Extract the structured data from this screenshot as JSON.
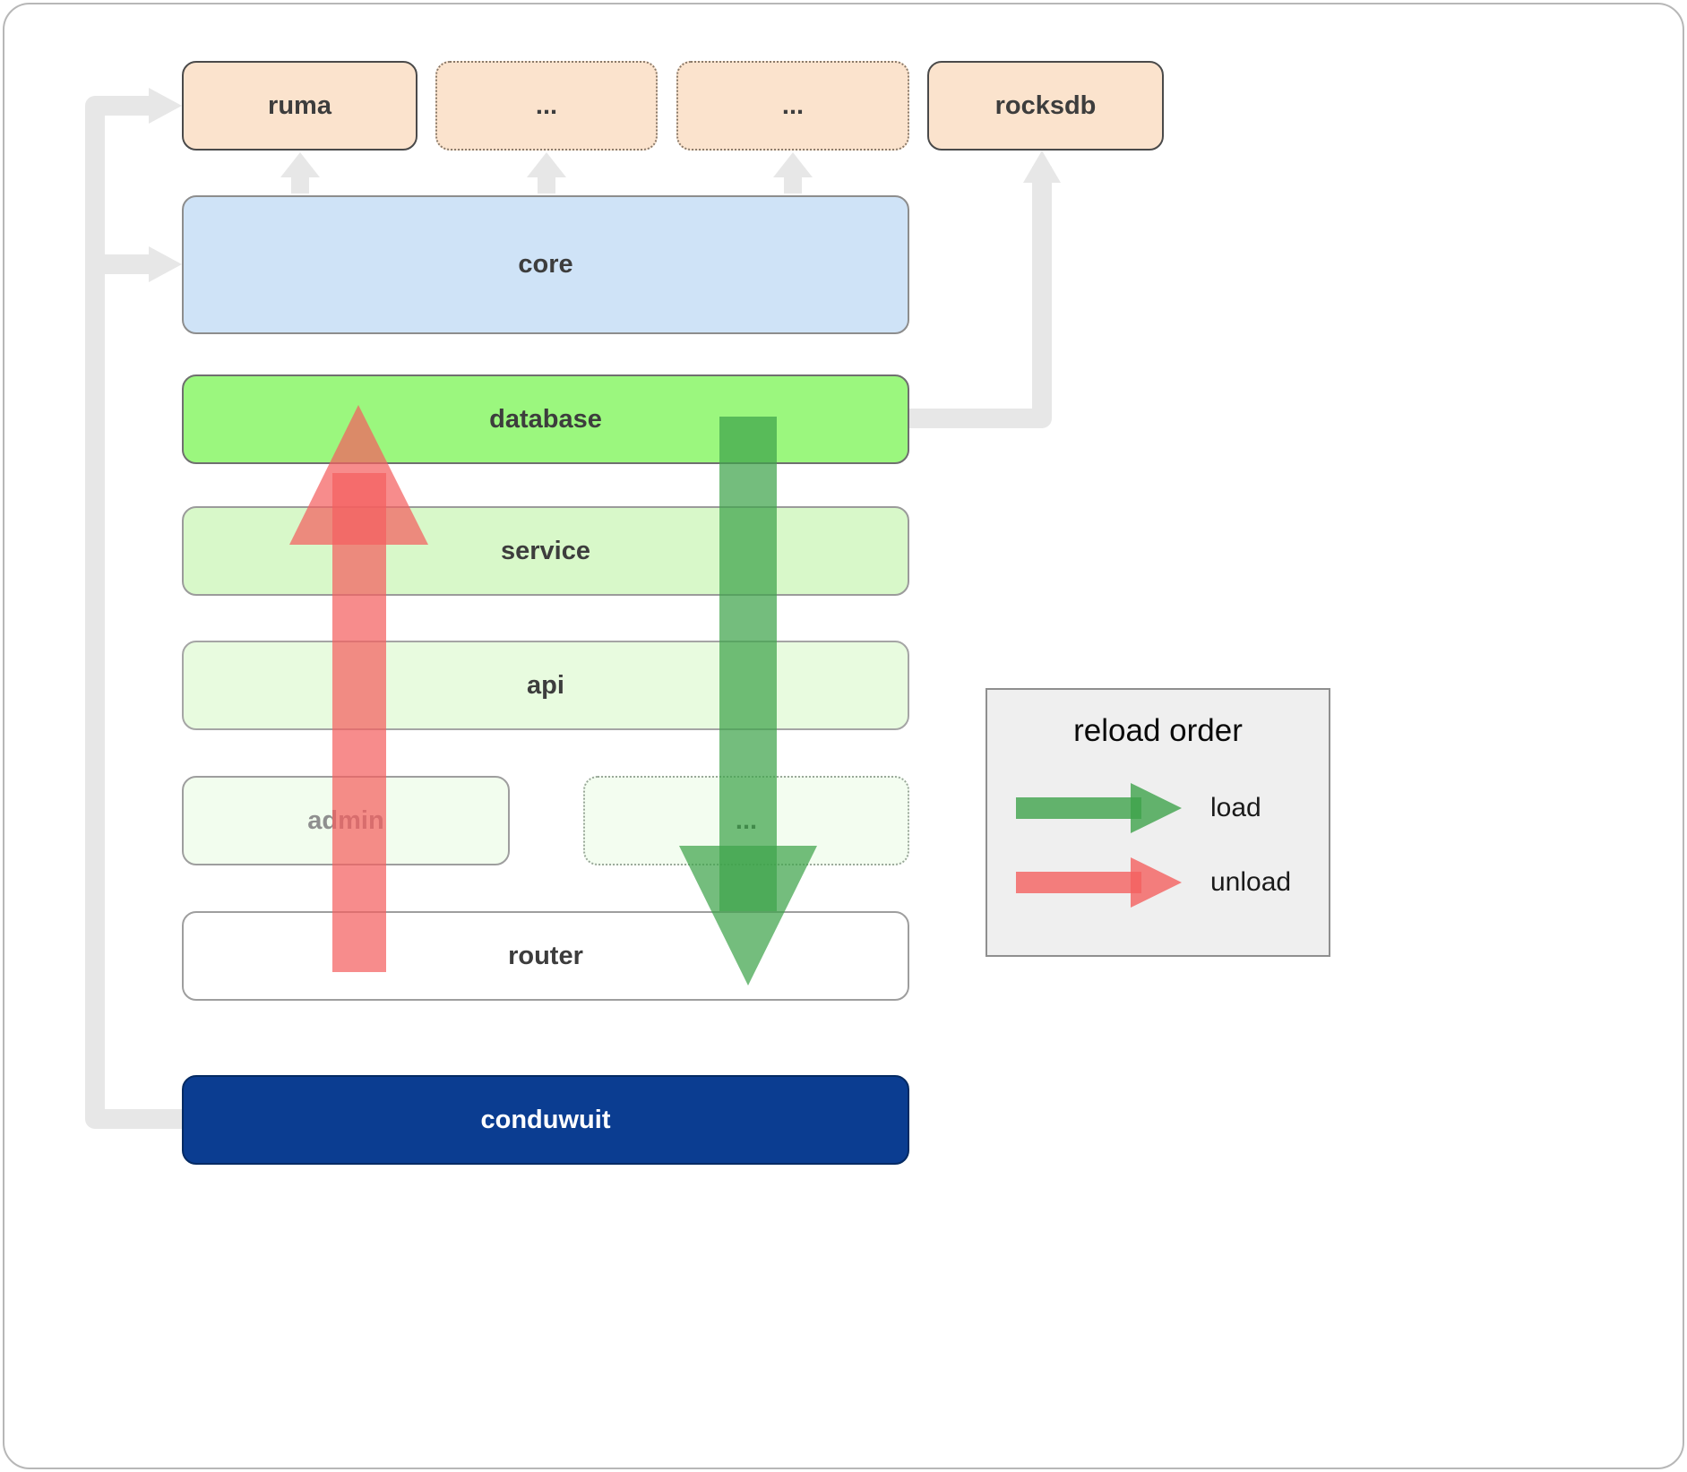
{
  "nodes": {
    "ruma": {
      "label": "ruma"
    },
    "dep_ellipsis_1": {
      "label": "..."
    },
    "dep_ellipsis_2": {
      "label": "..."
    },
    "rocksdb": {
      "label": "rocksdb"
    },
    "core": {
      "label": "core"
    },
    "database": {
      "label": "database"
    },
    "service": {
      "label": "service"
    },
    "api": {
      "label": "api"
    },
    "admin": {
      "label": "admin"
    },
    "module_ellipsis": {
      "label": "..."
    },
    "router": {
      "label": "router"
    },
    "conduwuit": {
      "label": "conduwuit"
    }
  },
  "legend": {
    "title": "reload order",
    "items": [
      {
        "id": "load",
        "label": "load",
        "color": "#3fa34b"
      },
      {
        "id": "unload",
        "label": "unload",
        "color": "#f4605f"
      }
    ]
  },
  "colors": {
    "dependency_box": "#fbe3cd",
    "core_box": "#cfe3f7",
    "database_box": "#9bf77e",
    "service_box": "#d8f8c9",
    "api_box": "#e8fbdf",
    "admin_box": "#f2fdee",
    "router_box": "#ffffff",
    "conduwuit_box": "#0b3d91",
    "connector": "#e7e7e7",
    "load_arrow": "#3fa34b",
    "unload_arrow": "#f4605f"
  }
}
